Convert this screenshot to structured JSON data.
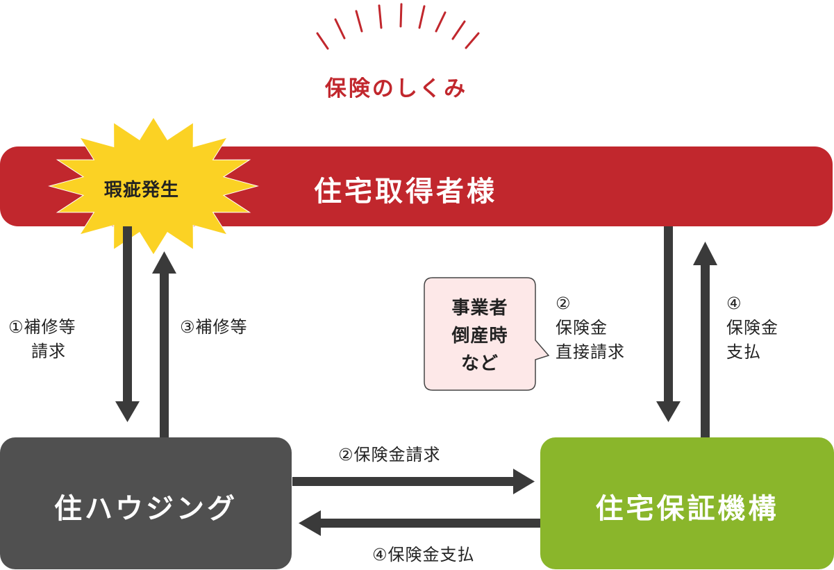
{
  "title": "保険のしくみ",
  "burst": {
    "label": "瑕疵発生"
  },
  "homeowner": {
    "label": "住宅取得者様"
  },
  "builder": {
    "label": "住ハウジング"
  },
  "guarantee": {
    "label": "住宅保証機構"
  },
  "bubble": {
    "lines": [
      "事業者",
      "倒産時",
      "など"
    ]
  },
  "flows": {
    "repair_request": [
      "①補修等",
      "請求"
    ],
    "repair": "③補修等",
    "claim": "②保険金請求",
    "payment": "④保険金支払",
    "direct_claim": [
      "②",
      "保険金",
      "直接請求"
    ],
    "direct_payment": [
      "④",
      "保険金",
      "支払"
    ]
  },
  "colors": {
    "accent_red": "#c1272d",
    "burst_yellow": "#fbd224",
    "builder_gray": "#505050",
    "guarantee_green": "#8ab62b",
    "arrow": "#3a3a3a",
    "bubble_fill": "#fde8e8"
  }
}
